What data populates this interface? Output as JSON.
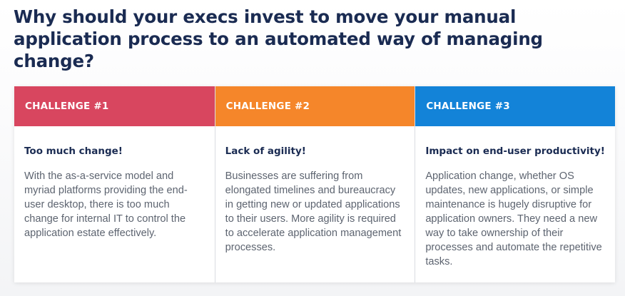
{
  "slide": {
    "title": "Why should your execs invest to move your manual application process to an automated way of managing change?"
  },
  "colors": {
    "title_text": "#1a2b52",
    "challenge_1": "#d8465f",
    "challenge_2": "#f5862a",
    "challenge_3": "#1383d8",
    "body_text": "#5d6470"
  },
  "challenges": [
    {
      "header": "CHALLENGE #1",
      "heading": "Too much change!",
      "text": "With the as-a-service model and myriad platforms providing the end-user desktop, there is too much change for internal IT to control the application estate effectively."
    },
    {
      "header": "CHALLENGE #2",
      "heading": "Lack of agility!",
      "text": "Businesses are suffering from elongated timelines and bureaucracy in getting new or updated applications to their users. More agility is required to accelerate application management processes."
    },
    {
      "header": "CHALLENGE #3",
      "heading": "Impact on end-user productivity!",
      "text": "Application change, whether OS updates, new applications, or simple maintenance is hugely disruptive for application owners. They need a new way to take ownership of their processes and automate the repetitive tasks."
    }
  ]
}
